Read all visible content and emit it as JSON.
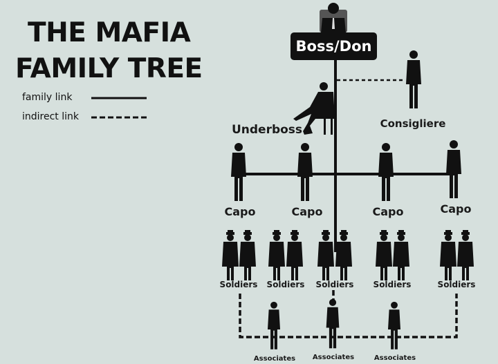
{
  "title": {
    "line1": "THE MAFIA",
    "line2": "FAMILY TREE"
  },
  "legend": {
    "family_link": "family link",
    "indirect_link": "indirect link"
  },
  "nodes": {
    "boss": "Boss/Don",
    "underboss": "Underboss",
    "consigliere": "Consigliere",
    "capos": [
      "Capo",
      "Capo",
      "Capo",
      "Capo"
    ],
    "soldiers": [
      "Soldiers",
      "Soldiers",
      "Soldiers",
      "Soldiers",
      "Soldiers"
    ],
    "associates": [
      "Associates",
      "Associates",
      "Associates"
    ]
  },
  "colors": {
    "background": "#d6e0dd",
    "ink": "#111111"
  }
}
